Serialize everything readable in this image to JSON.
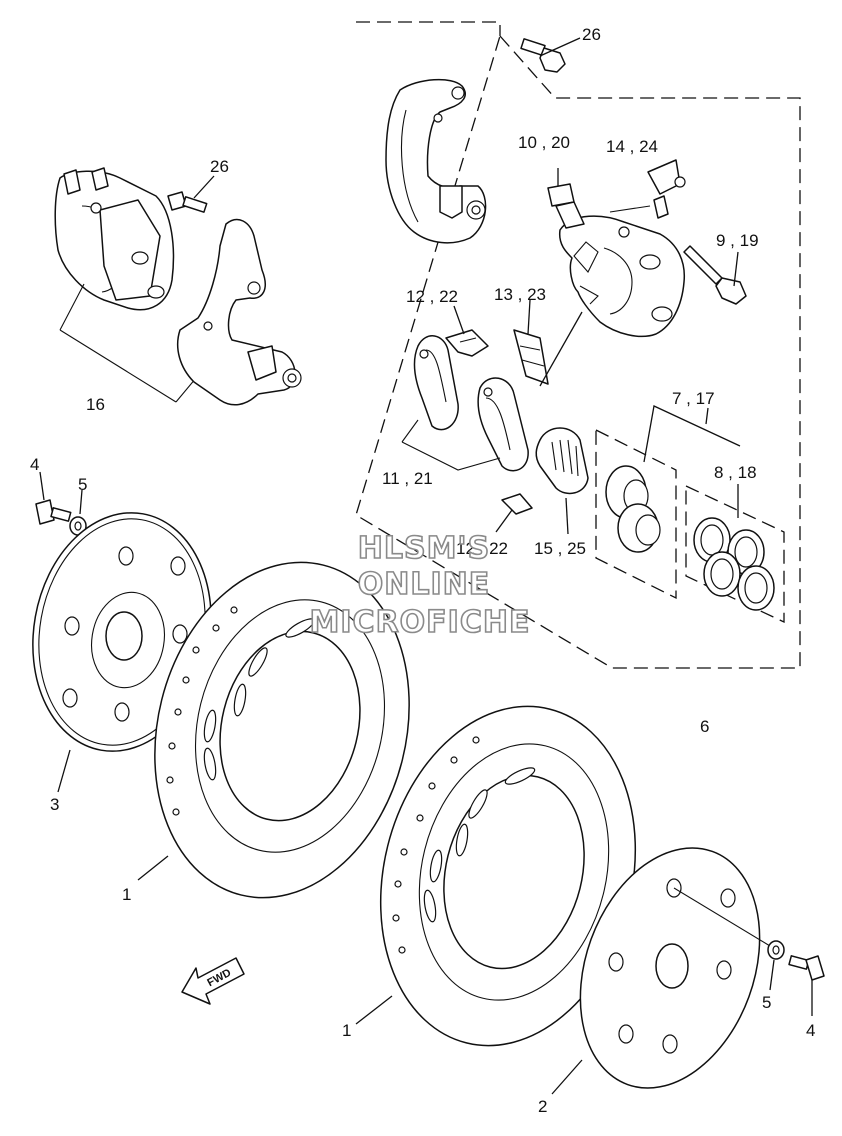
{
  "callouts": {
    "c26_top": "26",
    "c10_20": "10 , 20",
    "c14_24": "14 , 24",
    "c9_19": "9 , 19",
    "c12_22_top": "12 , 22",
    "c13_23": "13 , 23",
    "c7_17": "7 , 17",
    "c8_18": "8 , 18",
    "c11_21": "11 , 21",
    "c12_22_bottom": "12 , 22",
    "c15_25": "15 , 25",
    "c6": "6",
    "c26_left": "26",
    "c16": "16",
    "c4_left": "4",
    "c5_left": "5",
    "c3": "3",
    "c1_left": "1",
    "c1_right": "1",
    "c2": "2",
    "c5_right": "5",
    "c4_right": "4"
  },
  "watermark": {
    "line1": "HLSM'S",
    "line2": "ONLINE",
    "line3": "MICROFICHE"
  },
  "fwd_label": "FWD"
}
